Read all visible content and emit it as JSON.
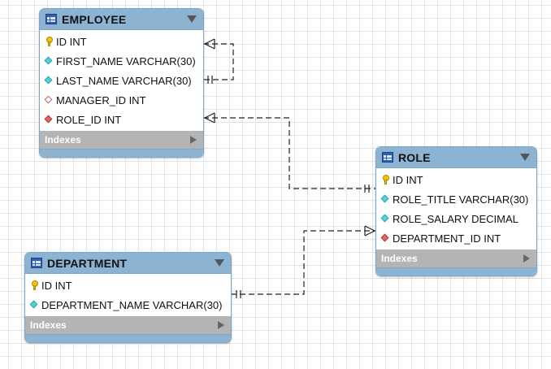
{
  "tables": {
    "employee": {
      "name": "EMPLOYEE",
      "columns": [
        {
          "text": "ID INT",
          "icon": "primary-key-icon"
        },
        {
          "text": "FIRST_NAME VARCHAR(30)",
          "icon": "column-diamond-icon"
        },
        {
          "text": "LAST_NAME VARCHAR(30)",
          "icon": "column-diamond-icon"
        },
        {
          "text": "MANAGER_ID INT",
          "icon": "nullable-fk-diamond-icon"
        },
        {
          "text": "ROLE_ID INT",
          "icon": "foreign-key-diamond-icon"
        }
      ],
      "indexes_label": "Indexes"
    },
    "role": {
      "name": "ROLE",
      "columns": [
        {
          "text": "ID INT",
          "icon": "primary-key-icon"
        },
        {
          "text": "ROLE_TITLE VARCHAR(30)",
          "icon": "column-diamond-icon"
        },
        {
          "text": "ROLE_SALARY DECIMAL",
          "icon": "column-diamond-icon"
        },
        {
          "text": "DEPARTMENT_ID INT",
          "icon": "foreign-key-diamond-icon"
        }
      ],
      "indexes_label": "Indexes"
    },
    "department": {
      "name": "DEPARTMENT",
      "columns": [
        {
          "text": "ID INT",
          "icon": "primary-key-icon"
        },
        {
          "text": "DEPARTMENT_NAME VARCHAR(30)",
          "icon": "column-diamond-icon"
        }
      ],
      "indexes_label": "Indexes"
    }
  },
  "relationships": [
    {
      "from": "EMPLOYEE",
      "to": "EMPLOYEE",
      "from_end": "one",
      "to_end": "many"
    },
    {
      "from": "ROLE",
      "to": "EMPLOYEE",
      "from_end": "one",
      "to_end": "many"
    },
    {
      "from": "DEPARTMENT",
      "to": "ROLE",
      "from_end": "one",
      "to_end": "many"
    }
  ],
  "colors": {
    "header": "#8db3d3",
    "indexes_bar": "#b4b4b4",
    "connector": "#222222",
    "grid": "#e2e2e2"
  }
}
